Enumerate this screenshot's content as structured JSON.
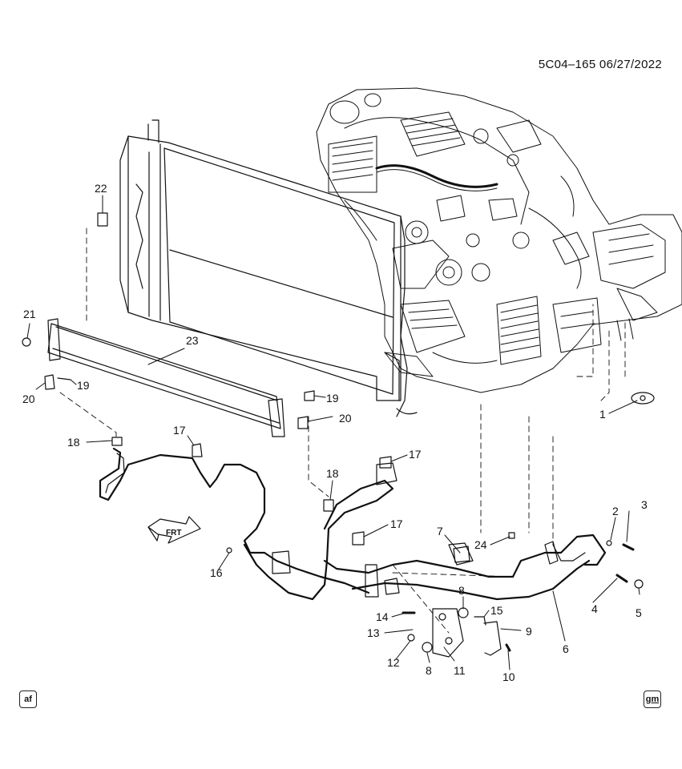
{
  "header": {
    "doc_id": "5C04–165  06/27/2022"
  },
  "badges": {
    "left": "af",
    "right": "gm"
  },
  "direction_arrow": {
    "label": "FRT"
  },
  "callouts": [
    {
      "id": "c1",
      "label": "1"
    },
    {
      "id": "c2",
      "label": "2"
    },
    {
      "id": "c3",
      "label": "3"
    },
    {
      "id": "c4",
      "label": "4"
    },
    {
      "id": "c5",
      "label": "5"
    },
    {
      "id": "c6",
      "label": "6"
    },
    {
      "id": "c7",
      "label": "7"
    },
    {
      "id": "c8a",
      "label": "8"
    },
    {
      "id": "c8b",
      "label": "8"
    },
    {
      "id": "c9",
      "label": "9"
    },
    {
      "id": "c10",
      "label": "10"
    },
    {
      "id": "c11",
      "label": "11"
    },
    {
      "id": "c12",
      "label": "12"
    },
    {
      "id": "c13",
      "label": "13"
    },
    {
      "id": "c14",
      "label": "14"
    },
    {
      "id": "c15",
      "label": "15"
    },
    {
      "id": "c16",
      "label": "16"
    },
    {
      "id": "c17a",
      "label": "17"
    },
    {
      "id": "c17b",
      "label": "17"
    },
    {
      "id": "c17c",
      "label": "17"
    },
    {
      "id": "c18a",
      "label": "18"
    },
    {
      "id": "c18b",
      "label": "18"
    },
    {
      "id": "c19a",
      "label": "19"
    },
    {
      "id": "c19b",
      "label": "19"
    },
    {
      "id": "c20a",
      "label": "20"
    },
    {
      "id": "c20b",
      "label": "20"
    },
    {
      "id": "c21",
      "label": "21"
    },
    {
      "id": "c22",
      "label": "22"
    },
    {
      "id": "c23",
      "label": "23"
    },
    {
      "id": "c24",
      "label": "24"
    }
  ]
}
